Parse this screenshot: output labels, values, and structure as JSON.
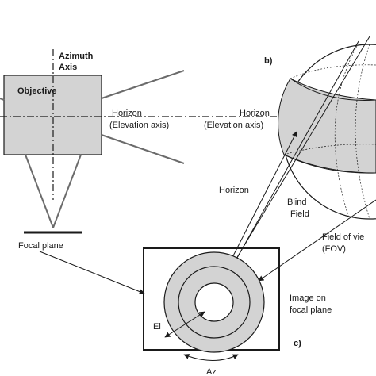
{
  "labels": {
    "azimuth_axis_1": "Azimuth",
    "azimuth_axis_2": "Axis",
    "objective": "Objective",
    "horizon_left": "Horizon",
    "elevation_left": "(Elevation axis)",
    "panel_b": "b)",
    "horizon_right": "Horizon",
    "elevation_right": "(Elevation axis)",
    "horizon_sphere": "Horizon",
    "blind_field_1": "Blind",
    "blind_field_2": "Field",
    "fov_1": "Field of vie",
    "fov_2": "(FOV)",
    "focal_plane": "Focal plane",
    "image_on_1": "Image on",
    "image_on_2": "focal plane",
    "el": "El",
    "az": "Az",
    "panel_c": "c)"
  },
  "colors": {
    "fill_gray": "#d3d3d3",
    "stroke": "#1a1a1a",
    "cone_stroke": "#6b6b6b"
  }
}
